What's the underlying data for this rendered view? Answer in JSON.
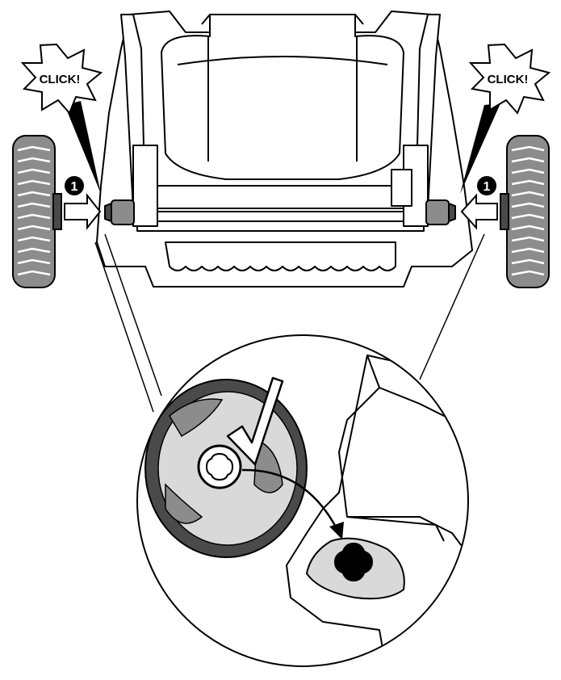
{
  "callouts": {
    "left_click": "CLICK!",
    "right_click": "CLICK!",
    "step_marker_left": "1",
    "step_marker_right": "1"
  },
  "icons": {
    "burst": "starburst-callout-icon",
    "step": "filled-circle-number-icon",
    "arrow": "push-arrow-icon",
    "check": "checkmark-icon"
  },
  "colors": {
    "ink": "#000000",
    "tire_dark": "#4a4a4a",
    "tire_mid": "#8c8c8c",
    "hub_light": "#d9d9d9",
    "paper": "#ffffff"
  }
}
